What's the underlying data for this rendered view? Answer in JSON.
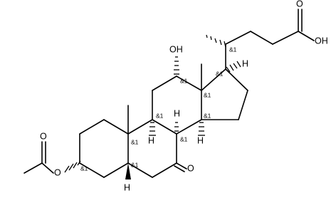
{
  "molecule": {
    "atom_labels": {
      "carboxyl_oh": "OH",
      "carboxyl_o": "O",
      "hydroxyl": "OH",
      "ketone_o": "O",
      "acetate_carbonyl_o": "O",
      "acetate_ester_o": "O",
      "h_c20": "H",
      "h_c8": "H",
      "h_c9": "H",
      "h_c14": "H",
      "h_c5": "H"
    },
    "stereo_marks": {
      "c20": "&1",
      "c17": "&1",
      "c13": "&1",
      "c12": "&1",
      "c9": "&1",
      "c8": "&1",
      "c14": "&1",
      "c10": "&1",
      "c5": "&1",
      "c3": "&1"
    }
  }
}
